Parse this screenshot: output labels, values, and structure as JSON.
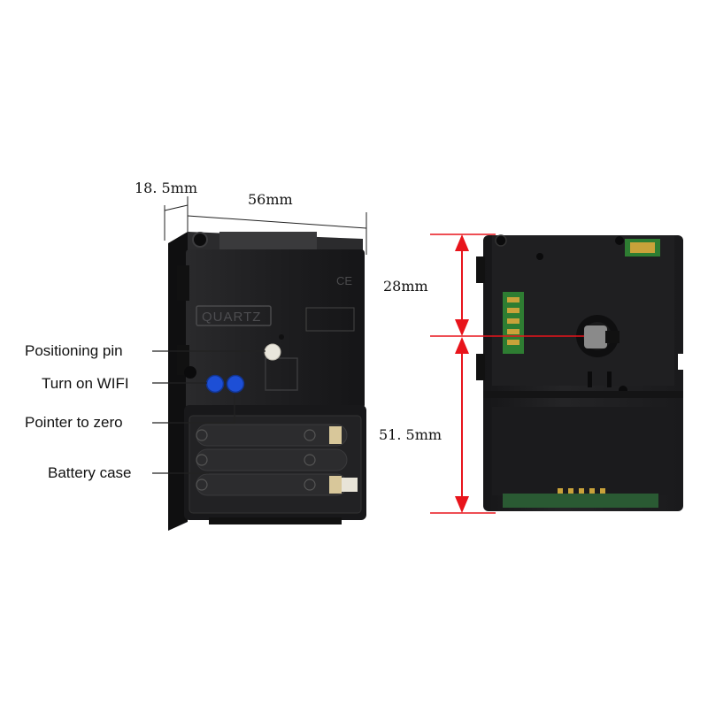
{
  "callouts": {
    "positioning_pin": "Positioning pin",
    "turn_on_wifi": "Turn on WIFI",
    "pointer_to_zero": "Pointer to zero",
    "battery_case": "Battery case"
  },
  "dimensions": {
    "depth": "18. 5mm",
    "width": "56mm",
    "upper_height": "28mm",
    "lower_height": "51. 5mm"
  },
  "device_markings": {
    "brand": "QUARTZ",
    "cert": "CE"
  },
  "colors": {
    "dimension_arrow": "#e8141b",
    "housing": "#1c1c1e",
    "button_blue": "#1d4fd6",
    "leader_line": "#222222"
  }
}
